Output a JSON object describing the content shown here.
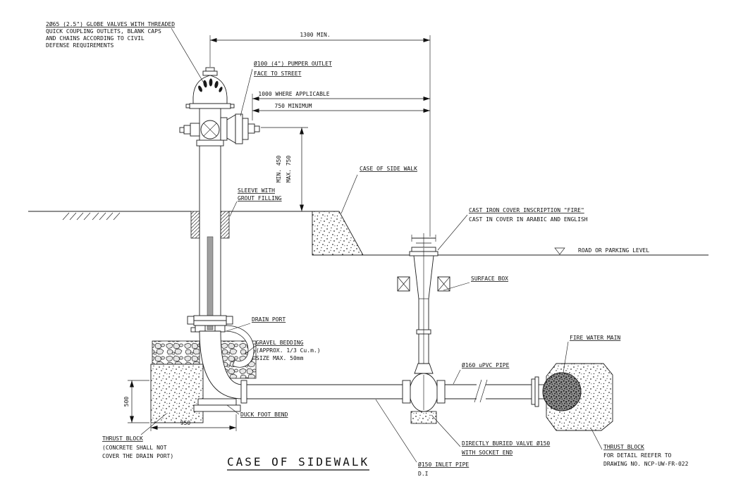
{
  "drawing": {
    "title": "CASE OF SIDEWALK",
    "annotations": {
      "globe_valves": {
        "l1": "2Ø65 (2.5\") GLOBE VALVES WITH THREADED",
        "l2": "QUICK COUPLING OUTLETS, BLANK CAPS",
        "l3": "AND CHAINS ACCORDING TO CIVIL",
        "l4": "DEFENSE REQUIREMENTS"
      },
      "pumper_outlet": {
        "l1": "Ø100 (4\") PUMPER OUTLET",
        "l2": "FACE TO STREET"
      },
      "sleeve": {
        "l1": "SLEEVE WITH",
        "l2": "GROUT FILLING"
      },
      "case_of_side_walk": "CASE OF SIDE WALK",
      "cast_iron_cover": {
        "l1": "CAST IRON COVER INSCRIPTION \"FIRE\"",
        "l2": "CAST IN COVER IN ARABIC AND ENGLISH"
      },
      "road_level": "ROAD OR PARKING LEVEL",
      "surface_box": "SURFACE BOX",
      "drain_port": "DRAIN PORT",
      "gravel_bedding": {
        "l1": "GRAVEL BEDDING",
        "l2": "(APPROX. 1/3 Cu.m.)",
        "l3": "SIZE MAX. 50mm"
      },
      "fire_water_main": "FIRE WATER MAIN",
      "upvc_pipe": "Ø160 uPVC PIPE",
      "duck_foot_bend": "DUCK FOOT BEND",
      "thrust_block_left": {
        "l1": "THRUST BLOCK",
        "l2": "(CONCRETE SHALL NOT",
        "l3": "COVER THE DRAIN PORT)"
      },
      "inlet_pipe": {
        "l1": "Ø150 INLET PIPE",
        "l2": "D.I"
      },
      "buried_valve": {
        "l1": "DIRECTLY BURIED VALVE Ø150",
        "l2": "WITH SOCKET END"
      },
      "thrust_block_right": {
        "l1": "THRUST BLOCK",
        "l2": "FOR DETAIL REEFER TO",
        "l3": "DRAWING NO. NCP-UW-FR-022"
      }
    },
    "dimensions": {
      "top_span": "1300 MIN.",
      "mid_span_a": "1000 WHERE APPLICABLE",
      "mid_span_b": "750 MINIMUM",
      "vert_a": "MIN. 450",
      "vert_b": "MAX. 750",
      "block_height": "500",
      "block_width": "950"
    },
    "colors": {
      "line": "#1c1c1c",
      "background": "#ffffff"
    }
  }
}
